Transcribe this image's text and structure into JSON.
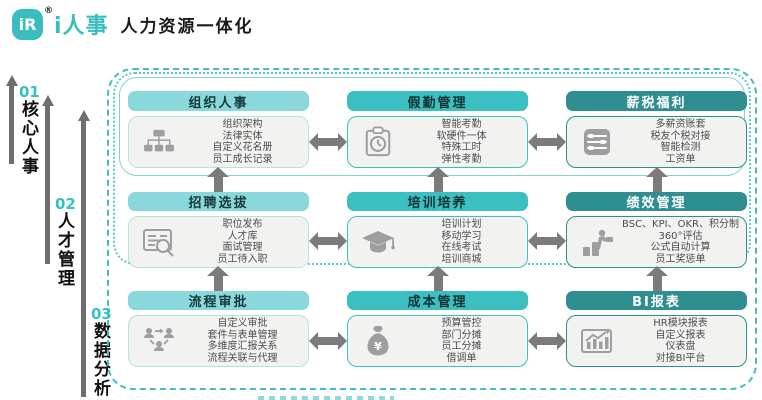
{
  "brand": {
    "logo_text": "iR",
    "registered_mark": "®",
    "logo_name": "i人事",
    "title": "人力资源一体化"
  },
  "stages": [
    {
      "number": "01",
      "label": "核心人事"
    },
    {
      "number": "02",
      "label": "人才管理"
    },
    {
      "number": "03",
      "label": "数据分析"
    }
  ],
  "modules": [
    {
      "title": "组织人事",
      "tier": "light",
      "icon": "org-chart-icon",
      "features": [
        "组织架构",
        "法律实体",
        "自定义花名册",
        "员工成长记录"
      ]
    },
    {
      "title": "假勤管理",
      "tier": "medium",
      "icon": "attendance-clock-icon",
      "features": [
        "智能考勤",
        "软硬件一体",
        "特殊工时",
        "弹性考勤"
      ]
    },
    {
      "title": "薪税福利",
      "tier": "dark",
      "icon": "abacus-icon",
      "features": [
        "多薪资账套",
        "税友个税对接",
        "智能检测",
        "工资单"
      ]
    },
    {
      "title": "招聘选拔",
      "tier": "light",
      "icon": "resume-search-icon",
      "features": [
        "职位发布",
        "人才库",
        "面试管理",
        "员工待入职"
      ]
    },
    {
      "title": "培训培养",
      "tier": "medium",
      "icon": "graduation-cap-icon",
      "features": [
        "培训计划",
        "移动学习",
        "在线考试",
        "培训商城"
      ]
    },
    {
      "title": "绩效管理",
      "tier": "dark",
      "icon": "performance-icon",
      "features": [
        "BSC、KPI、OKR、积分制",
        "360°评估",
        "公式自动计算",
        "员工奖惩单"
      ]
    },
    {
      "title": "流程审批",
      "tier": "light",
      "icon": "workflow-people-icon",
      "features": [
        "自定义审批",
        "套件与表单管理",
        "多维度汇报关系",
        "流程关联与代理"
      ]
    },
    {
      "title": "成本管理",
      "tier": "medium",
      "icon": "money-bag-icon",
      "features": [
        "预算管控",
        "部门分摊",
        "员工分摊",
        "借调单"
      ]
    },
    {
      "title": "BI报表",
      "tier": "dark",
      "icon": "bi-chart-icon",
      "features": [
        "HR模块报表",
        "自定义报表",
        "仪表盘",
        "对接BI平台"
      ]
    }
  ],
  "colors": {
    "accent": "#3bbdbf",
    "tier_light": "#8ad8db",
    "tier_medium": "#3cbfc1",
    "tier_dark": "#2f8f90",
    "arrow_gray": "#7b7b7b",
    "ring_teal": "#45bdbf"
  }
}
